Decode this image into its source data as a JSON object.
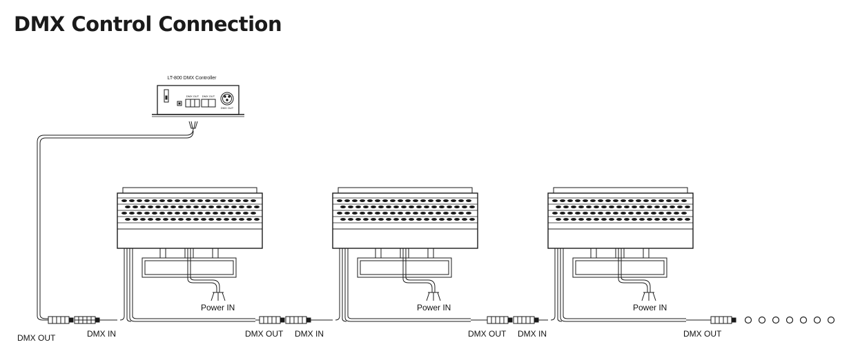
{
  "page": {
    "title": "DMX Control Connection"
  },
  "controller": {
    "title": "LT-800 DMX Controller",
    "port_1": "DMX OUT",
    "port_2": "DMX OUT",
    "port_3": "DMX OUT"
  },
  "labels": {
    "dmx_out": "DMX OUT",
    "dmx_in": "DMX IN",
    "power_in": "Power IN"
  },
  "fixtures": [
    {
      "id": "fixture-1"
    },
    {
      "id": "fixture-2"
    },
    {
      "id": "fixture-3"
    }
  ],
  "continuation_marks": 7,
  "colors": {
    "line": "#1a1a1a",
    "background": "#ffffff",
    "title": "#1a1a1a"
  }
}
